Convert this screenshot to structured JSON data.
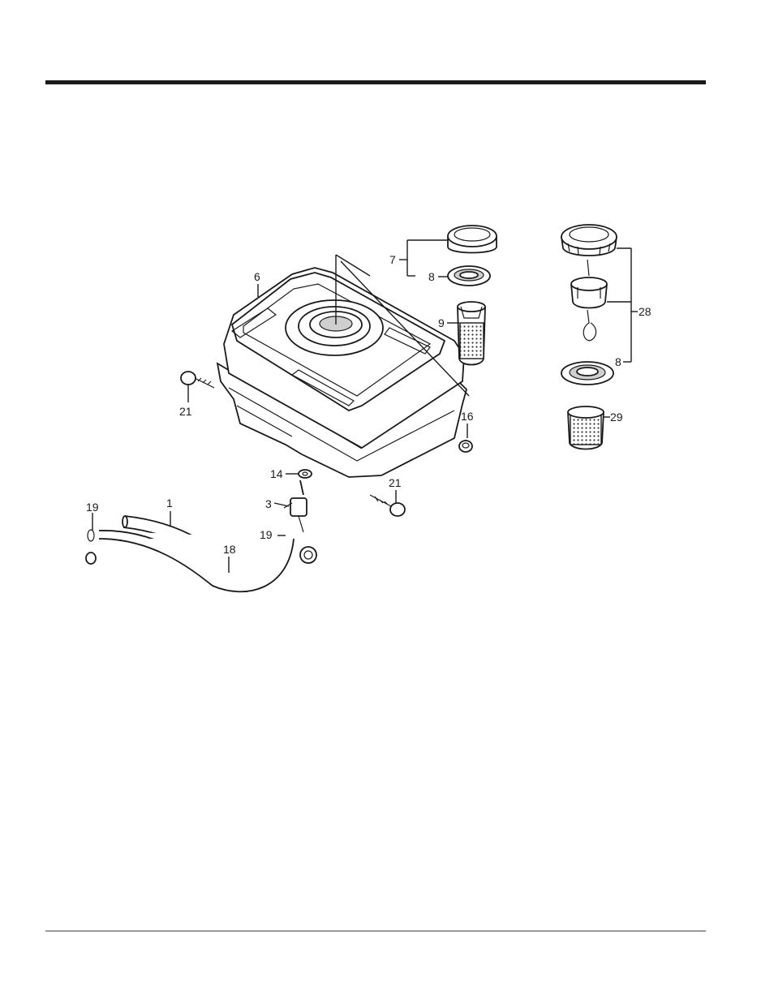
{
  "diagram": {
    "callouts": [
      {
        "id": "c1",
        "label": "1"
      },
      {
        "id": "c3",
        "label": "3"
      },
      {
        "id": "c6",
        "label": "6"
      },
      {
        "id": "c7",
        "label": "7"
      },
      {
        "id": "c8a",
        "label": "8"
      },
      {
        "id": "c8b",
        "label": "8"
      },
      {
        "id": "c9",
        "label": "9"
      },
      {
        "id": "c14",
        "label": "14"
      },
      {
        "id": "c16",
        "label": "16"
      },
      {
        "id": "c18",
        "label": "18"
      },
      {
        "id": "c19a",
        "label": "19"
      },
      {
        "id": "c19b",
        "label": "19"
      },
      {
        "id": "c21a",
        "label": "21"
      },
      {
        "id": "c21b",
        "label": "21"
      },
      {
        "id": "c28",
        "label": "28"
      },
      {
        "id": "c29",
        "label": "29"
      }
    ]
  }
}
